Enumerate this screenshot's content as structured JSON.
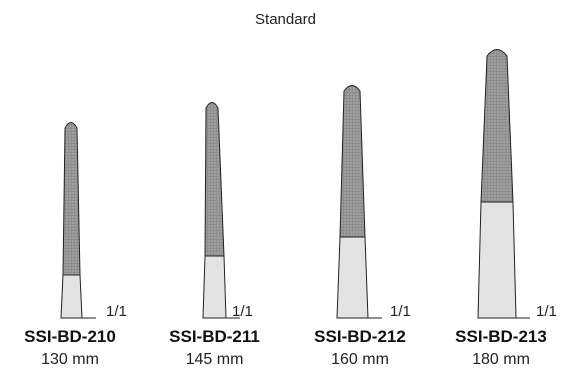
{
  "title": "Standard",
  "products": [
    {
      "code": "SSI-BD-210",
      "length": "130 mm",
      "scale": "1/1"
    },
    {
      "code": "SSI-BD-211",
      "length": "145 mm",
      "scale": "1/1"
    },
    {
      "code": "SSI-BD-212",
      "length": "160 mm",
      "scale": "1/1"
    },
    {
      "code": "SSI-BD-213",
      "length": "180 mm",
      "scale": "1/1"
    }
  ],
  "colors": {
    "serrated_tip": "#8a8a8a",
    "handle": "#e3e3e3",
    "outline": "#222222"
  }
}
